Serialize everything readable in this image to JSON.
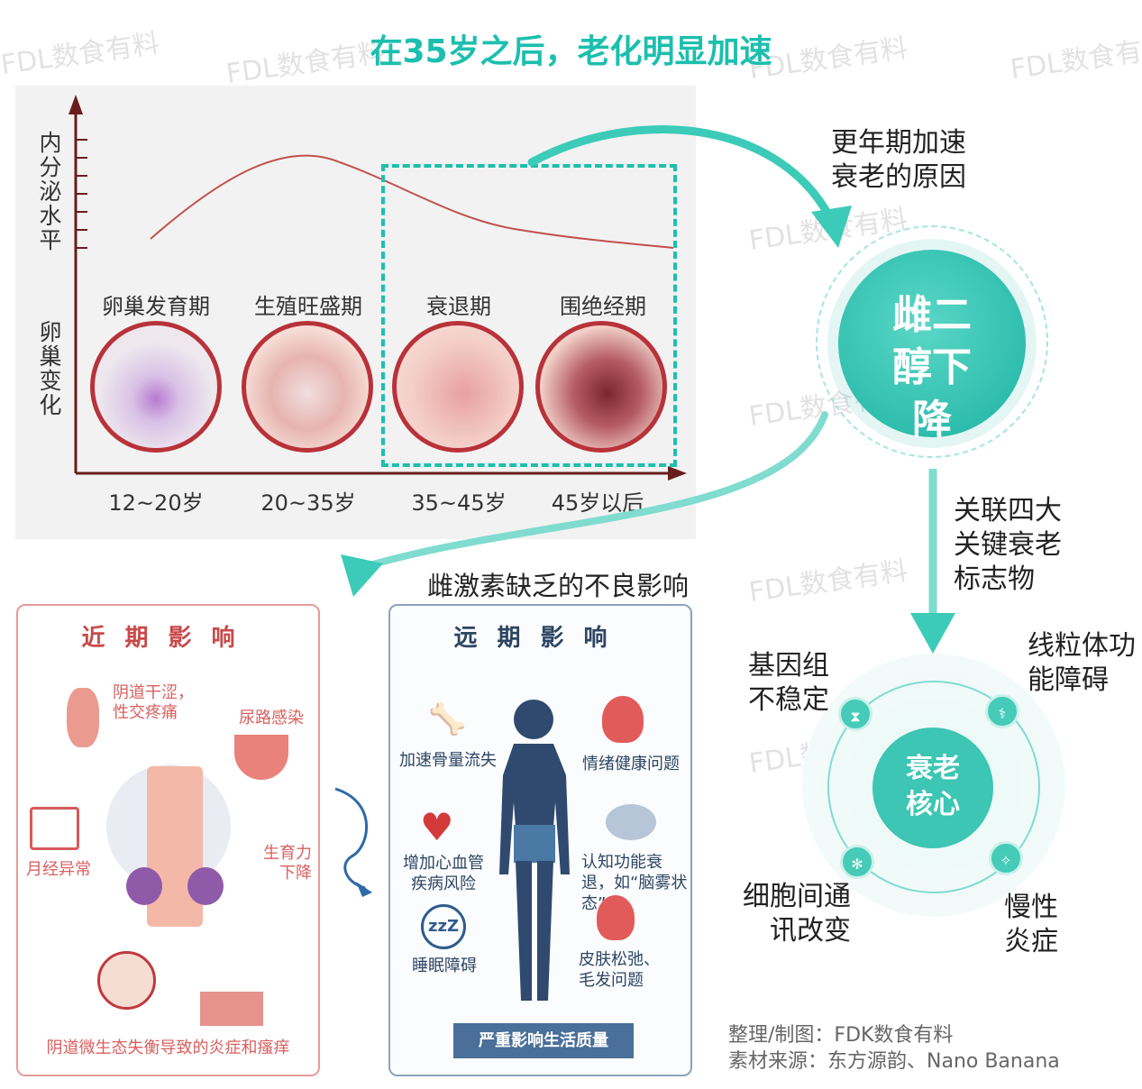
{
  "title": "在35岁之后，老化明显加速",
  "watermark": "FDL数食有料",
  "chart": {
    "y_label_top": "内分泌水平",
    "y_label_bottom": "卵巢变化",
    "stages": [
      "卵巢发育期",
      "生殖旺盛期",
      "衰退期",
      "围绝经期"
    ],
    "ages": [
      "12~20岁",
      "20~35岁",
      "35~45岁",
      "45岁以后"
    ]
  },
  "arrow_top_label": "更年期加速衰老的原因",
  "estradiol": "雌二醇下降",
  "down_label": "关联四大关键衰老标志物",
  "effects_label": "雌激素缺乏的不良影响",
  "core": {
    "center": "衰老核心",
    "markers": [
      "基因组不稳定",
      "线粒体功能障碍",
      "细胞间通讯改变",
      "慢性炎症"
    ]
  },
  "near": {
    "title": "近期影响",
    "items": [
      "阴道干涩，性交疼痛",
      "尿路感染",
      "月经异常",
      "生育力下降"
    ],
    "bottom": "阴道微生态失衡导致的炎症和瘙痒"
  },
  "far": {
    "title": "远期影响",
    "items": [
      "加速骨量流失",
      "情绪健康问题",
      "增加心血管疾病风险",
      "认知功能衰退，如“脑雾状态”",
      "睡眠障碍",
      "皮肤松弛、毛发问题"
    ],
    "banner": "严重影响生活质量"
  },
  "credits": [
    "整理/制图：FDK数食有料",
    "素材来源：东方源韵、Nano Banana"
  ],
  "colors": {
    "teal": "#1cbfae",
    "red": "#b8323a",
    "navy": "#2e4563"
  }
}
